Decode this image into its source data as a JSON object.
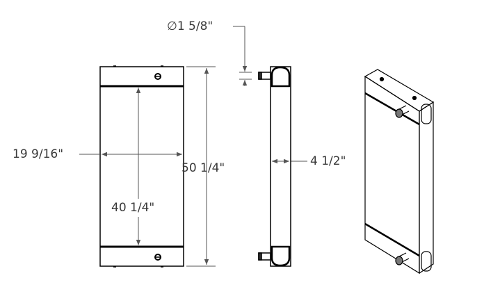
{
  "dimensions": {
    "diameter": "1 5/8\"",
    "diameter_symbol": "∅",
    "width": "19 9/16\"",
    "overall_height": "50 1/4\"",
    "core_height": "40 1/4\"",
    "depth": "4 1/2\""
  },
  "colors": {
    "line": "#000000",
    "dimension": "#555555",
    "port": "#777777"
  }
}
